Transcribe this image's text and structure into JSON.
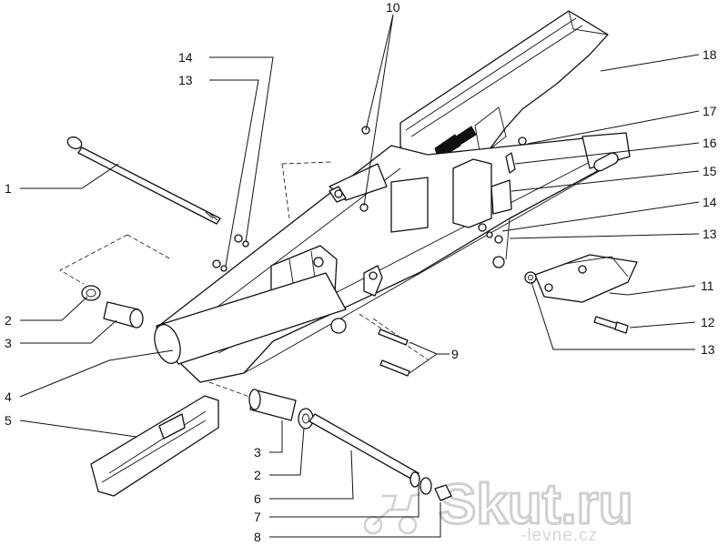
{
  "labels": {
    "l1": "1",
    "l2a": "2",
    "l3a": "3",
    "l4": "4",
    "l5": "5",
    "l3b": "3",
    "l2b": "2",
    "l6": "6",
    "l7": "7",
    "l8": "8",
    "l9": "9",
    "l10": "10",
    "l11": "11",
    "l12": "12",
    "l13a": "13",
    "l13b": "13",
    "l13c": "13",
    "l14a": "14",
    "l14b": "14",
    "l15": "15",
    "l16": "16",
    "l17": "17",
    "l18": "18"
  },
  "watermark": {
    "brand": "Skut.ru",
    "subtitle": "-levne.cz"
  }
}
